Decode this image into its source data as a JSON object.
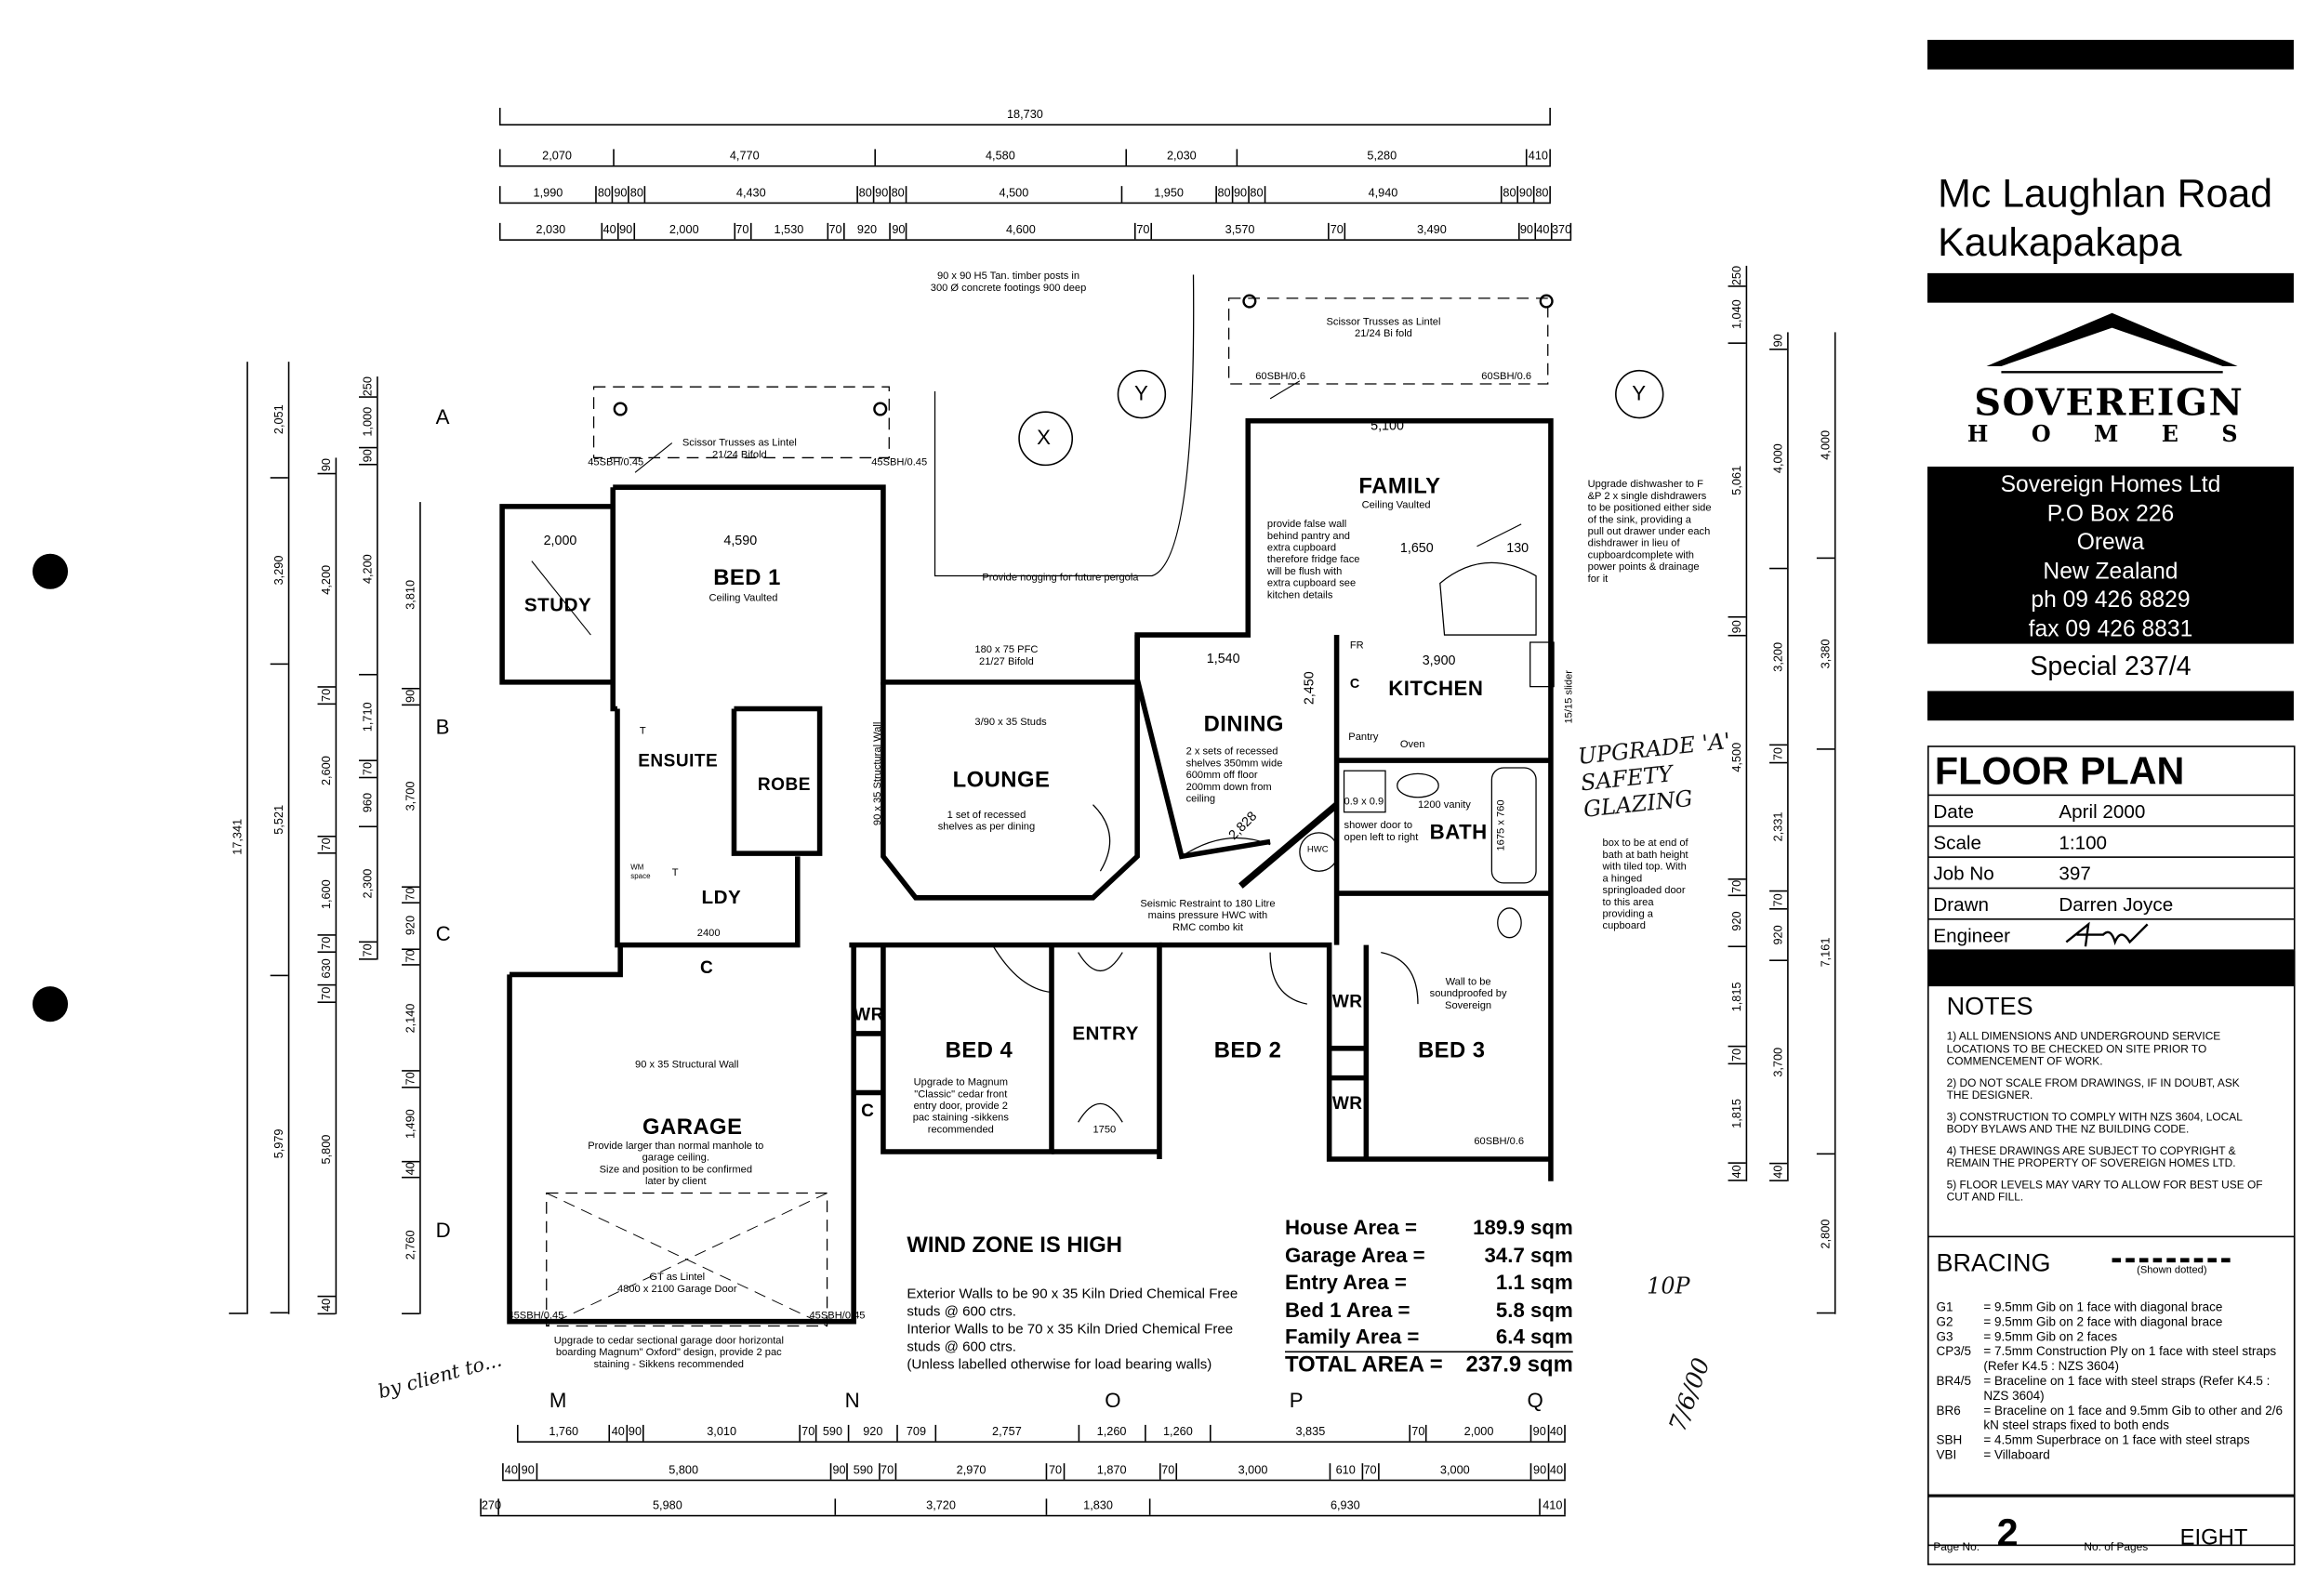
{
  "project": {
    "address_line1": "Mc Laughlan Road",
    "address_line2": "Kaukapakapa"
  },
  "company": {
    "logo_word1": "SOVEREIGN",
    "logo_word2": "H O M E S",
    "name": "Sovereign Homes Ltd",
    "po_box": "P.O Box 226",
    "town": "Orewa",
    "country": "New Zealand",
    "phone": "ph 09 426 8829",
    "fax": "fax 09 426 8831",
    "plan_name": "Special 237/4"
  },
  "title_block": {
    "title": "FLOOR PLAN",
    "rows": [
      {
        "label": "Date",
        "value": "April 2000"
      },
      {
        "label": "Scale",
        "value": "1:100"
      },
      {
        "label": "Job No",
        "value": "397"
      },
      {
        "label": "Drawn",
        "value": "Darren Joyce"
      },
      {
        "label": "Engineer",
        "value": ""
      }
    ],
    "engineer_signature": "signature"
  },
  "notes": {
    "heading": "NOTES",
    "items": [
      "1) ALL DIMENSIONS AND UNDERGROUND SERVICE LOCATIONS TO BE CHECKED ON SITE PRIOR TO COMMENCEMENT OF WORK.",
      "2) DO NOT SCALE FROM DRAWINGS, IF IN DOUBT, ASK THE DESIGNER.",
      "3) CONSTRUCTION TO COMPLY WITH NZS 3604, LOCAL BODY BYLAWS AND THE NZ BUILDING CODE.",
      "4) THESE DRAWINGS ARE SUBJECT TO COPYRIGHT & REMAIN THE PROPERTY OF SOVEREIGN HOMES LTD.",
      "5) FLOOR LEVELS MAY VARY TO ALLOW FOR BEST USE OF CUT AND FILL."
    ]
  },
  "bracing": {
    "heading": "BRACING",
    "legend": "(Shown dotted)",
    "items": [
      {
        "code": "G1",
        "desc": "= 9.5mm Gib on 1 face with diagonal brace"
      },
      {
        "code": "G2",
        "desc": "= 9.5mm Gib on 2 face with diagonal brace"
      },
      {
        "code": "G3",
        "desc": "= 9.5mm Gib on 2 faces"
      },
      {
        "code": "CP3/5",
        "desc": "= 7.5mm Construction Ply on 1 face with steel straps (Refer K4.5 : NZS 3604)"
      },
      {
        "code": "BR4/5",
        "desc": "= Braceline on 1 face with steel straps (Refer K4.5 :  NZS 3604)"
      },
      {
        "code": "BR6",
        "desc": "= Braceline on 1 face and 9.5mm Gib to other and 2/6 kN steel straps fixed to both ends"
      },
      {
        "code": "SBH",
        "desc": "= 4.5mm Superbrace on 1 face with steel straps"
      },
      {
        "code": "VBI",
        "desc": "= Villaboard"
      }
    ]
  },
  "page": {
    "page_label": "Page No.",
    "page_no": "2",
    "pages_label": "No. of Pages",
    "pages": "EIGHT"
  },
  "rooms": {
    "study": "STUDY",
    "bed1": "BED 1",
    "bed1_sub": "Ceiling Vaulted",
    "ensuite": "ENSUITE",
    "robe": "ROBE",
    "ldy": "LDY",
    "lounge": "LOUNGE",
    "dining": "DINING",
    "family": "FAMILY",
    "family_sub": "Ceiling Vaulted",
    "kitchen": "KITCHEN",
    "bath": "BATH",
    "garage": "GARAGE",
    "bed4": "BED 4",
    "entry": "ENTRY",
    "bed2": "BED 2",
    "bed3": "BED 3",
    "wr1": "WR",
    "wr2": "WR",
    "wr3": "WR",
    "c1": "C",
    "c2": "C",
    "c3": "C",
    "fr": "FR",
    "pantry": "Pantry",
    "oven": "Oven",
    "hwc": "HWC",
    "wm": "WM space",
    "t1": "T",
    "t2": "T"
  },
  "annotations": {
    "posts": "90 x 90 H5 Tan. timber posts in\n300 Ø concrete footings 900 deep",
    "truss_left": "Scissor Trusses as Lintel\n21/24 Bifold",
    "truss_right": "Scissor Trusses as Lintel\n21/24 Bi fold",
    "nogging": "Provide nogging for future pergola",
    "pfc": "180 x 75 PFC\n21/27 Bifold",
    "studs": "3/90 x 35 Studs",
    "lounge_shelves": "1 set of recessed\nshelves as per dining",
    "structural_wall": "90 x 35 Structural Wall",
    "false_wall": "provide false wall\nbehind pantry and\nextra cupboard\ntherefore fridge face\nwill be flush with\nextra cupboard see\nkitchen   details",
    "dishwasher": "Upgrade dishwasher to F\n&P 2 x single dishdrawers\nto be positioned either side\nof the sink, providing a\npull out drawer under each\ndishdrawer in lieu of\ncupboardcomplete with\npower points & drainage\nfor it",
    "dining_shelves": "2 x sets of recessed\nshelves 350mm wide\n600mm off floor\n200mm down from\nceiling",
    "seismic": "Seismic Restraint to 180 Litre\nmains pressure HWC with\nRMC combo kit",
    "bath_box": "box to be at end of\nbath at bath height\nwith tiled top. With\na hinged\nspringloaded door\nto this area\nproviding a\ncupboard",
    "soundproof": "Wall to be\nsoundproofed by\nSovereign",
    "front_door": "Upgrade to Magnum\n\"Classic\" cedar front\nentry door, provide 2\npac staining -sikkens\nrecommended",
    "garage_structural": "90 x 35 Structural Wall",
    "manhole": "Provide larger than normal manhole to\ngarage ceiling.\nSize and position to be confirmed\nlater by client",
    "garage_door": "GT as Lintel\n4800 x 2100 Garage Door",
    "garage_upgrade": "Upgrade to cedar sectional garage door horizontal\nboarding Magnum\" Oxford\" design, provide 2 pac\nstaining - Sikkens recommended",
    "vanity": "1200 vanity",
    "shower": "0.9 x 0.9",
    "shower_door": "shower door to\nopen left to right",
    "bath_size": "1675 x 760",
    "slider": "15/15 slider",
    "sbh1": "45SBH/0.45",
    "sbh2": "45SBH/0.45",
    "sbh3": "60SBH/0.6",
    "sbh4": "60SBH/0.6",
    "sbh5": "60SBH/0.6",
    "sbh6": "45SBH/0.45",
    "sbh7": "45SBH/0.45",
    "family_width": "5,100",
    "bed1_width": "4,590",
    "kitchen_width": "3,900",
    "study_width": "2,000",
    "entry_width": "1750",
    "dim_2450": "2,450",
    "dim_1540": "1,540",
    "dim_1650": "1,650",
    "dim_130": "130",
    "dim_2828": "2,828",
    "dim_2400": "2400"
  },
  "wind": {
    "heading": "WIND ZONE IS HIGH",
    "spec": "Exterior Walls to be 90 x 35 Kiln Dried Chemical Free\n studs @ 600 ctrs.\nInterior Walls to be  70 x 35 Kiln Dried Chemical Free\n studs @ 600 ctrs.\n(Unless labelled otherwise for load bearing walls)"
  },
  "areas": [
    {
      "label": "House Area =",
      "value": "189.9 sqm"
    },
    {
      "label": "Garage Area =",
      "value": "34.7 sqm"
    },
    {
      "label": "Entry  Area =",
      "value": "1.1 sqm"
    },
    {
      "label": "Bed 1 Area =",
      "value": "5.8 sqm"
    },
    {
      "label": "Family Area =",
      "value": "6.4 sqm"
    }
  ],
  "total_area": {
    "label": "TOTAL AREA =",
    "value": "237.9 sqm"
  },
  "grid": {
    "rows": [
      "A",
      "B",
      "C",
      "D"
    ],
    "cols": [
      "M",
      "N",
      "O",
      "P",
      "Q"
    ],
    "sections": [
      "X",
      "Y",
      "Y"
    ]
  },
  "handwriting": {
    "safety_glazing": "UPGRADE 'A'\nSAFETY\nGLAZING",
    "date": "7/6/00",
    "initials": "10P",
    "garage_note": "by client to..."
  },
  "dimensions": {
    "top": [
      [
        "18,730"
      ],
      [
        "2,070",
        "4,770",
        "4,580",
        "2,030",
        "5,280",
        "410"
      ],
      [
        "1,990",
        "80",
        "90",
        "80",
        "4,430",
        "80",
        "90",
        "80",
        "4,500",
        "1,950",
        "80",
        "90",
        "80",
        "4,940",
        "80",
        "90",
        "80"
      ],
      [
        "2,030",
        "40",
        "90",
        "2,000",
        "70",
        "1,530",
        "70",
        "920",
        "90",
        "4,600",
        "70",
        "3,570",
        "70",
        "3,490",
        "90",
        "40",
        "370"
      ]
    ],
    "top_weights": [
      [
        18730
      ],
      [
        2070,
        4770,
        4580,
        2030,
        5280,
        410
      ],
      [
        1990,
        80,
        90,
        80,
        4430,
        80,
        90,
        80,
        4500,
        1950,
        80,
        90,
        80,
        4940,
        80,
        90,
        80
      ],
      [
        2030,
        40,
        90,
        2000,
        70,
        1530,
        70,
        920,
        90,
        4600,
        70,
        3570,
        70,
        3490,
        90,
        40,
        370
      ]
    ],
    "bottom": [
      [
        "1,760",
        "40",
        "90",
        "3,010",
        "70",
        "590",
        "920",
        "709",
        "2,757",
        "1,260",
        "1,260",
        "3,835",
        "70",
        "2,000",
        "90",
        "40"
      ],
      [
        "40",
        "90",
        "5,800",
        "90",
        "590",
        "70",
        "2,970",
        "70",
        "1,870",
        "70",
        "3,000",
        "610",
        "70",
        "3,000",
        "90",
        "40"
      ],
      [
        "270",
        "5,980",
        "3,720",
        "1,830",
        "6,930",
        "410"
      ]
    ],
    "bottom_weights": [
      [
        1760,
        40,
        90,
        3010,
        70,
        590,
        920,
        709,
        2757,
        1260,
        1260,
        3835,
        70,
        2000,
        90,
        40
      ],
      [
        40,
        90,
        5800,
        90,
        590,
        70,
        2970,
        70,
        1870,
        70,
        3000,
        610,
        70,
        3000,
        90,
        40
      ],
      [
        270,
        5980,
        3720,
        1830,
        6930,
        410
      ]
    ],
    "left": [
      [
        "17,341"
      ],
      [
        "2,051",
        "3,290",
        "5,521",
        "5,979"
      ],
      [
        "90",
        "4,200",
        "70",
        "2,600",
        "70",
        "1,600",
        "70",
        "630",
        "70",
        "5,800",
        "40"
      ],
      [
        "250",
        "1,000",
        "90",
        "4,200",
        "1,710",
        "70",
        "960",
        "2,300",
        "70"
      ],
      [
        "3,810",
        "90",
        "3,700",
        "70",
        "920",
        "70",
        "2,140",
        "70",
        "1,490",
        "40",
        "2,760"
      ]
    ],
    "right": [
      [
        "250",
        "1,040",
        "5,061",
        "90",
        "4,500",
        "70",
        "920",
        "1,815",
        "70",
        "1,815",
        "40"
      ],
      [
        "90",
        "4,000",
        "3,200",
        "70",
        "2,331",
        "70",
        "920",
        "3,700",
        "40"
      ],
      [
        "4,000",
        "3,380",
        "7,161",
        "2,800"
      ]
    ]
  }
}
